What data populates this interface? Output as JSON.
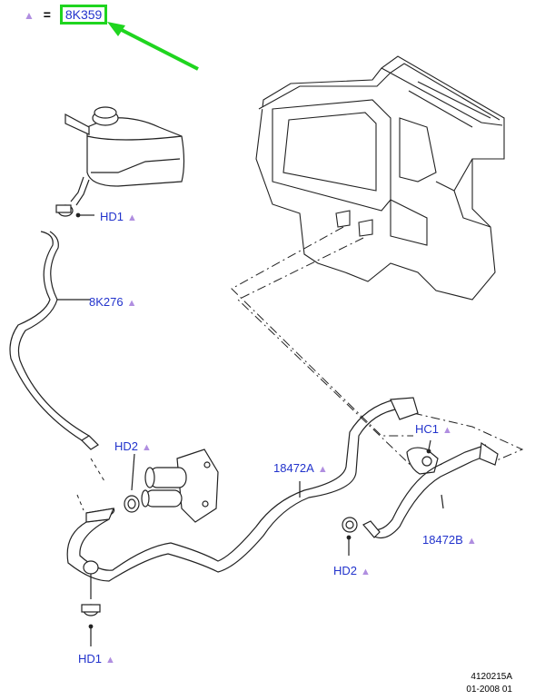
{
  "legend": {
    "symbol_meaning": "=",
    "highlighted_part": "8K359"
  },
  "callouts": [
    {
      "id": "hd1-top",
      "text": "HD1"
    },
    {
      "id": "8k276",
      "text": "8K276"
    },
    {
      "id": "hd2-left",
      "text": "HD2"
    },
    {
      "id": "18472a",
      "text": "18472A"
    },
    {
      "id": "hc1",
      "text": "HC1"
    },
    {
      "id": "18472b",
      "text": "18472B"
    },
    {
      "id": "hd2-right",
      "text": "HD2"
    },
    {
      "id": "hd1-bottom",
      "text": "HD1"
    }
  ],
  "footer": {
    "drawing_number": "4120215A",
    "date_code": "01-2008 01"
  },
  "colors": {
    "label": "#2233cc",
    "triangle": "#b08ee0",
    "highlight": "#1fd51f",
    "line": "#222222"
  }
}
